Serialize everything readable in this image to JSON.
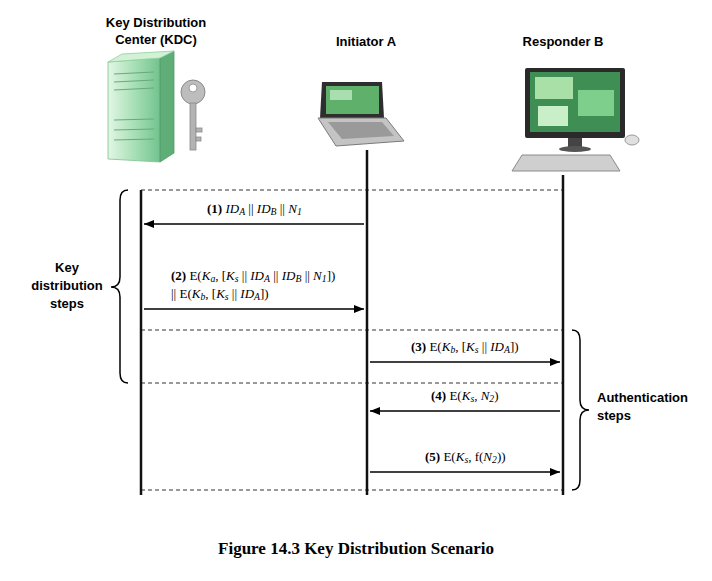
{
  "diagram": {
    "caption": "Figure 14.3 Key Distribution Scenario",
    "nodes": [
      {
        "text": [
          "Key Distribution Center (KDC)"
        ]
      },
      {
        "text": [
          "Initiator A"
        ]
      },
      {
        "text": [
          "Responder B"
        ]
      }
    ],
    "edges": [
      {
        "from": 1,
        "to": 0,
        "arrow": "to",
        "label": "(1) IDA || IDB || N1"
      },
      {
        "from": 0,
        "to": 1,
        "arrow": "to",
        "label": "(2) E(Ka, [Ks || IDA || IDB || N1]) || E(Kb, [Ks || IDA])"
      },
      {
        "from": 1,
        "to": 2,
        "arrow": "to",
        "label": "(3) E(Kb, [Ks || IDA])"
      },
      {
        "from": 2,
        "to": 1,
        "arrow": "to",
        "label": "(4) E(Ks, N2)"
      },
      {
        "from": 1,
        "to": 2,
        "arrow": "to",
        "label": "(5) E(Ks, f(N2))"
      }
    ],
    "labels": [
      "Key distribution steps",
      "Authentication steps"
    ]
  }
}
